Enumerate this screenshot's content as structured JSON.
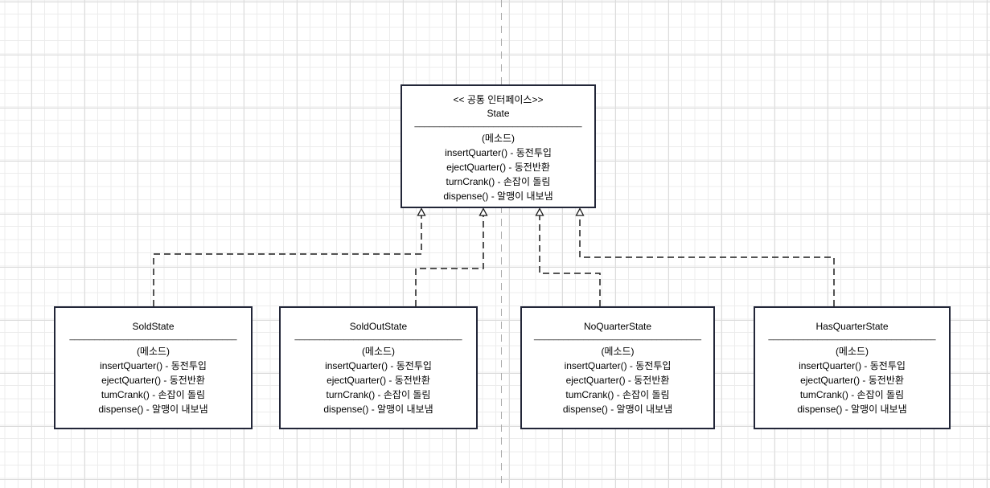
{
  "diagram_title": "State UML class diagram",
  "separator": "__________________________________",
  "classes": [
    {
      "stereotype": "<< 공통 인터페이스>>",
      "name": "State",
      "methods_label": "(메소드)",
      "methods": [
        "insertQuarter() - 동전투입",
        "ejectQuarter() - 동전반환",
        "turnCrank() - 손잡이 돌림",
        "dispense() - 알맹이 내보냄"
      ]
    },
    {
      "name": "SoldState",
      "methods_label": "(메소드)",
      "methods": [
        "insertQuarter() - 동전투입",
        "ejectQuarter() - 동전반환",
        "tumCrank() - 손잡이 돌림",
        "dispense() - 알맹이 내보냄"
      ]
    },
    {
      "name": "SoldOutState",
      "methods_label": "(메소드)",
      "methods": [
        "insertQuarter() - 동전투입",
        "ejectQuarter() - 동전반환",
        "turnCrank() - 손잡이 돌림",
        "dispense() - 알맹이 내보냄"
      ]
    },
    {
      "name": "NoQuarterState",
      "methods_label": "(메소드)",
      "methods": [
        "insertQuarter() - 동전투입",
        "ejectQuarter() - 동전반환",
        "tumCrank() - 손잡이 돌림",
        "dispense() - 알맹이 내보냄"
      ]
    },
    {
      "name": "HasQuarterState",
      "methods_label": "(메소드)",
      "methods": [
        "insertQuarter() - 동전투입",
        "ejectQuarter() - 동전반환",
        "tumCrank() - 손잡이 돌림",
        "dispense() - 알맹이 내보냄"
      ]
    }
  ],
  "connectors": [
    {
      "from": "SoldState",
      "to": "State",
      "type": "realization"
    },
    {
      "from": "SoldOutState",
      "to": "State",
      "type": "realization"
    },
    {
      "from": "NoQuarterState",
      "to": "State",
      "type": "realization"
    },
    {
      "from": "HasQuarterState",
      "to": "State",
      "type": "realization"
    }
  ],
  "colors": {
    "box_border": "#222638",
    "box_fill": "#ffffff",
    "text": "#000000",
    "connector": "#1c1c1c",
    "grid_minor": "#ececec",
    "grid_major": "#dcdcdc",
    "page_boundary": "#ababab"
  }
}
